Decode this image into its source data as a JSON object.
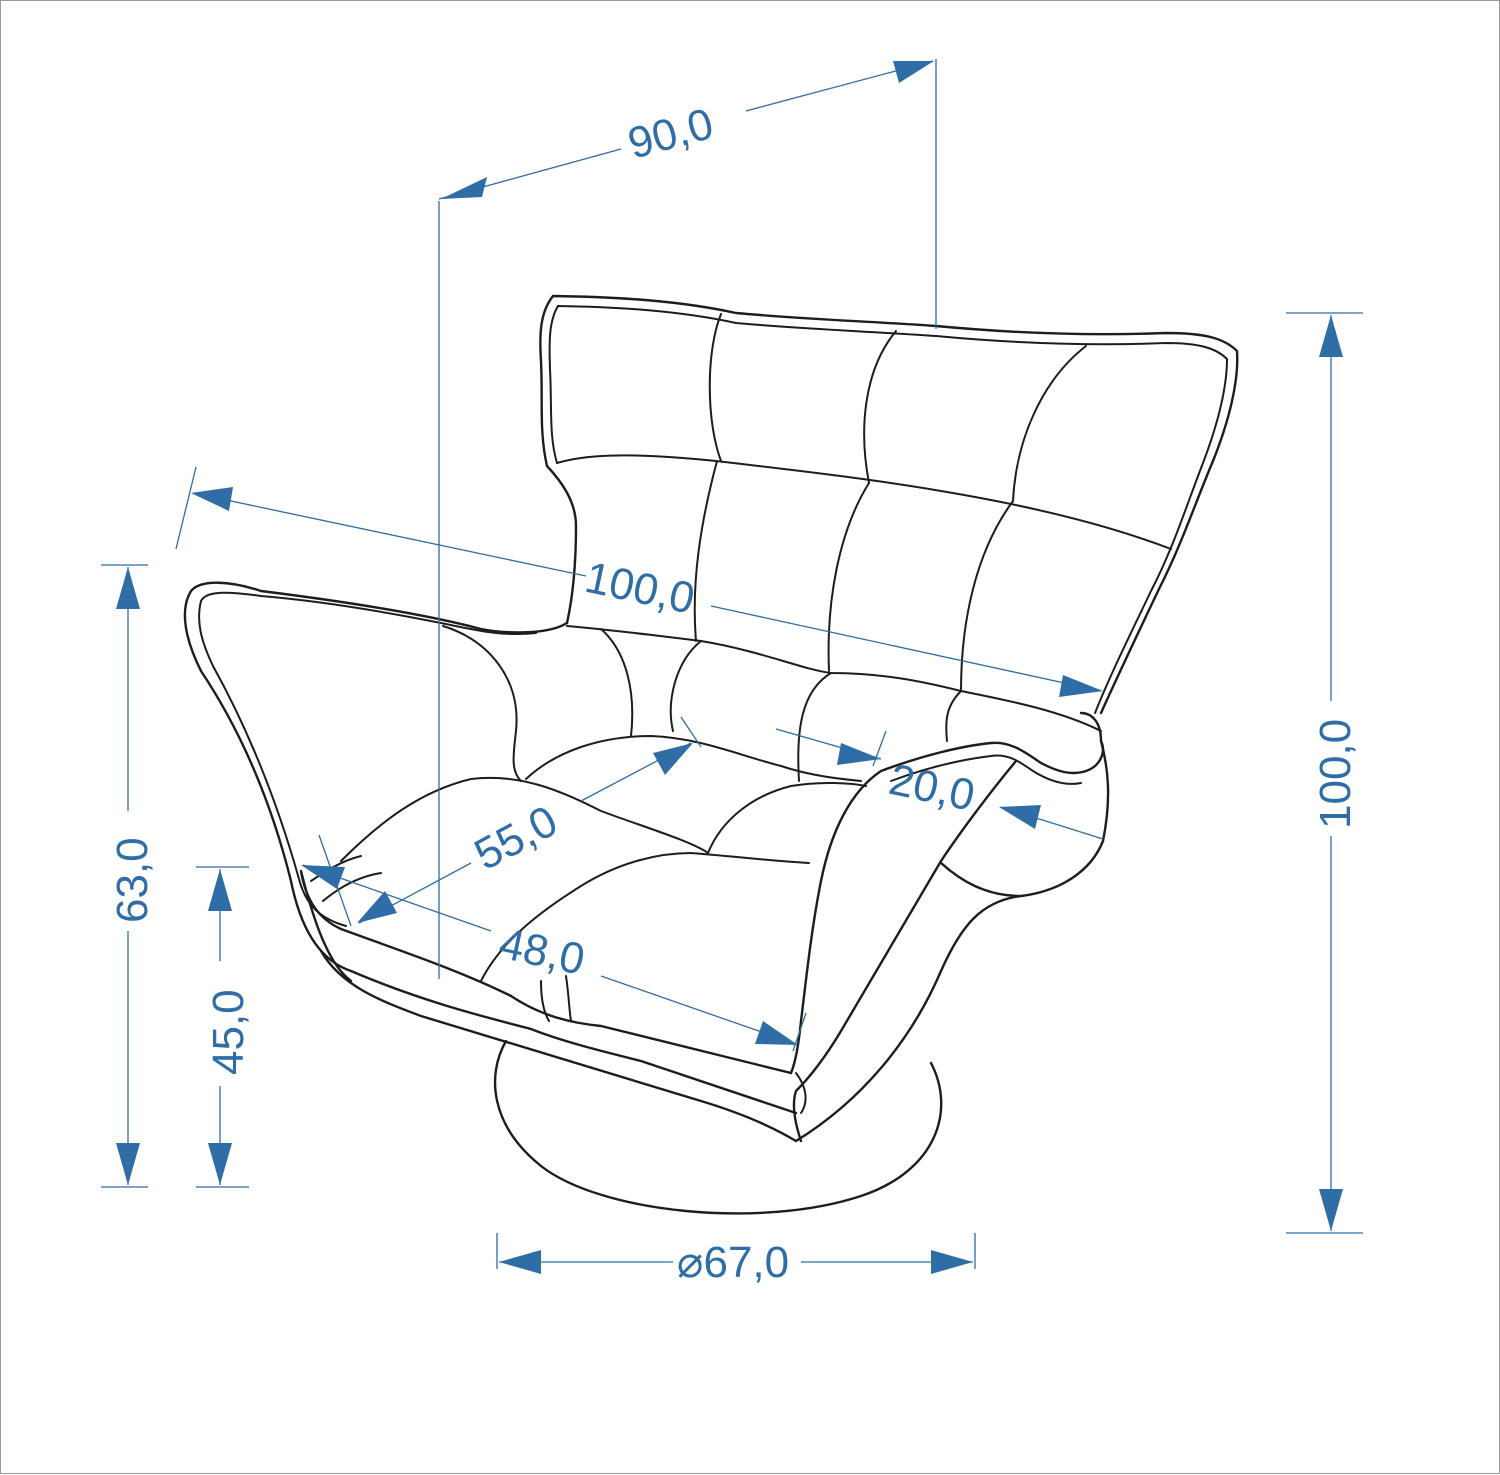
{
  "dimensions": {
    "depth": "90,0",
    "width": "100,0",
    "height": "100,0",
    "seat_depth": "55,0",
    "seat_width": "48,0",
    "armrest_width": "20,0",
    "arm_height": "63,0",
    "seat_height": "45,0",
    "base_diameter": "⌀67,0"
  },
  "colors": {
    "dimension": "#2f6da6",
    "outline": "#1d1d1d",
    "background": "#ffffff"
  }
}
